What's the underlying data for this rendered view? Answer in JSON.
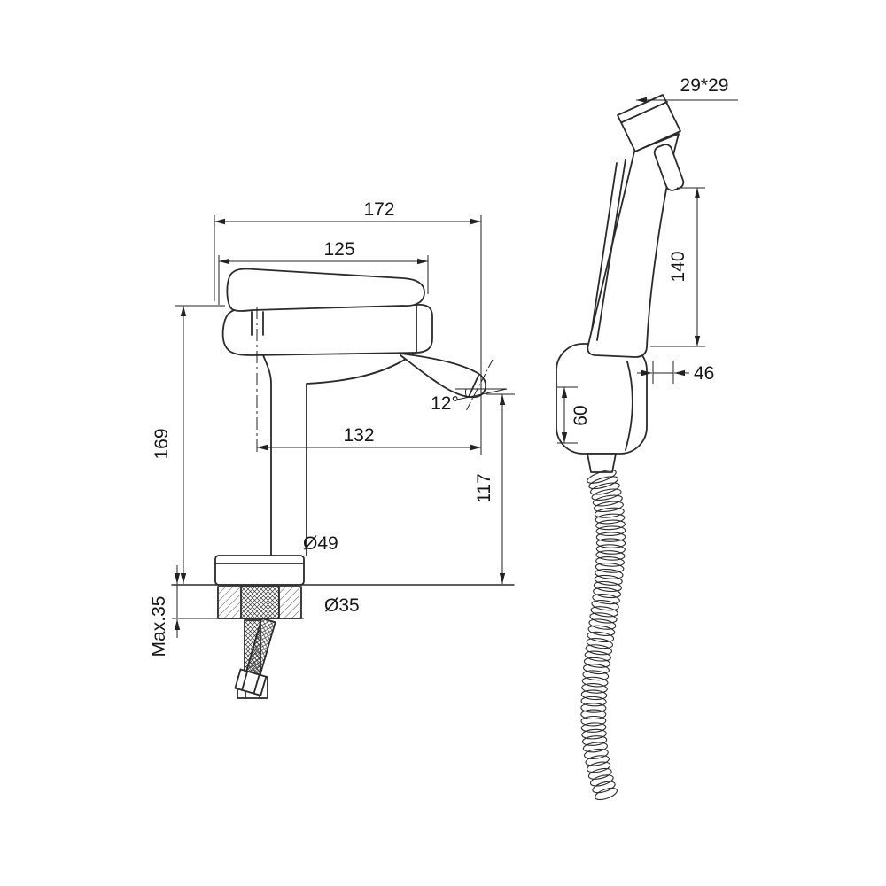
{
  "colors": {
    "background": "#ffffff",
    "line": "#2a2a2a",
    "dimension_line": "#222222"
  },
  "diagram": {
    "labels": {
      "total_width": "172",
      "handle_length": "125",
      "body_height": "169",
      "spout_reach": "132",
      "spout_angle": "12°",
      "spout_height": "117",
      "base_diameter": "Ø49",
      "mounting_hole_diameter": "Ø35",
      "max_deck_thickness": "Max.35",
      "sprayer_head_section": "29*29",
      "sprayer_body_length": "140",
      "bracket_depth": "46",
      "bracket_height": "60"
    }
  }
}
